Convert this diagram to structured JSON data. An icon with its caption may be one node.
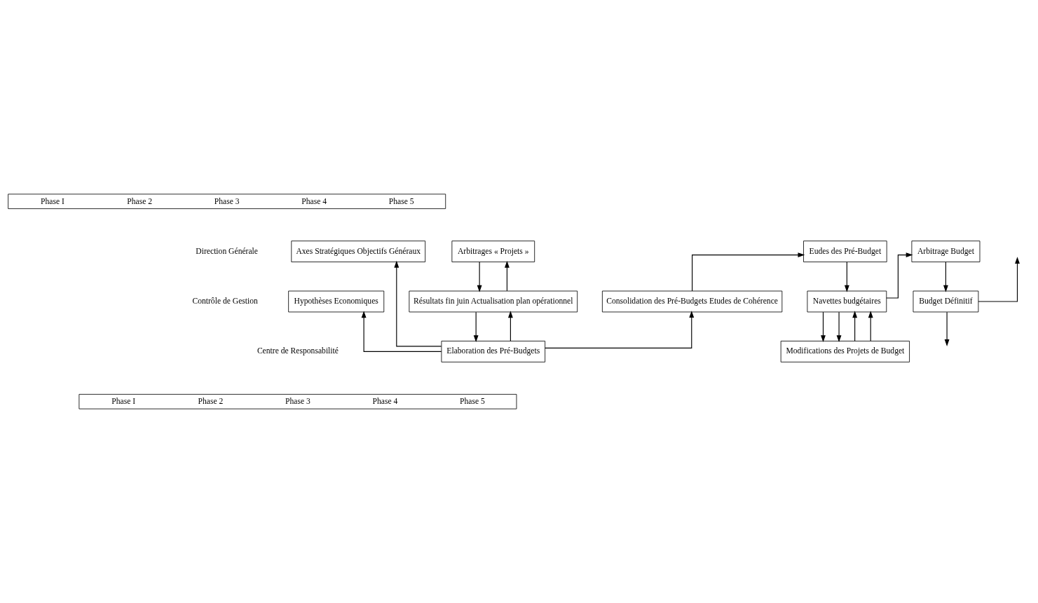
{
  "diagram": {
    "nodes": [
      {
        "text": [
          "Phase I",
          "Phase 2",
          "Phase 3",
          "Phase 4",
          "Phase 5"
        ]
      },
      {
        "text": [
          "Axes Stratégiques Objectifs Généraux"
        ]
      },
      {
        "text": [
          "Arbitrages « Projets »"
        ]
      },
      {
        "text": [
          "Eudes des Pré-Budget"
        ]
      },
      {
        "text": [
          "Arbitrage Budget"
        ]
      },
      {
        "text": [
          "Hypothèses Economiques"
        ]
      },
      {
        "text": [
          "Résultats fin juin Actualisation plan opérationnel"
        ]
      },
      {
        "text": [
          "Consolidation des Pré-Budgets Etudes de Cohérence"
        ]
      },
      {
        "text": [
          "Navettes budgétaires"
        ]
      },
      {
        "text": [
          "Budget Définitif"
        ]
      },
      {
        "text": [
          "Elaboration des Pré-Budgets"
        ]
      },
      {
        "text": [
          "Modifications des Projets de Budget"
        ]
      },
      {
        "text": [
          "Phase I",
          "Phase 2",
          "Phase 3",
          "Phase 4",
          "Phase 5"
        ]
      }
    ],
    "edges": [
      {
        "from": 10,
        "to": 5,
        "arrow": "to"
      },
      {
        "from": 10,
        "to": 1,
        "arrow": "to"
      },
      {
        "from": 6,
        "to": 2,
        "arrow": "to"
      },
      {
        "from": 2,
        "to": 6,
        "arrow": "to"
      },
      {
        "from": 10,
        "to": 6,
        "arrow": "to"
      },
      {
        "from": 6,
        "to": 10,
        "arrow": "to"
      },
      {
        "from": 10,
        "to": 7,
        "arrow": "to"
      },
      {
        "from": 7,
        "to": 3,
        "arrow": "to"
      },
      {
        "from": 3,
        "to": 8,
        "arrow": "to"
      },
      {
        "from": 8,
        "to": 4,
        "arrow": "to"
      },
      {
        "from": 4,
        "to": 9,
        "arrow": "to"
      },
      {
        "from": 8,
        "to": 11,
        "arrow": "to"
      },
      {
        "from": 11,
        "to": 8,
        "arrow": "to"
      },
      {
        "from": 8,
        "to": 11,
        "arrow": "to"
      },
      {
        "from": 11,
        "to": 8,
        "arrow": "to"
      },
      {
        "from": 9,
        "to": null,
        "arrow": "to"
      },
      {
        "from": 9,
        "to": null,
        "arrow": "to"
      }
    ],
    "labels": [
      "Direction Générale",
      "Contrôle de Gestion",
      "Centre de Responsabilité"
    ]
  }
}
